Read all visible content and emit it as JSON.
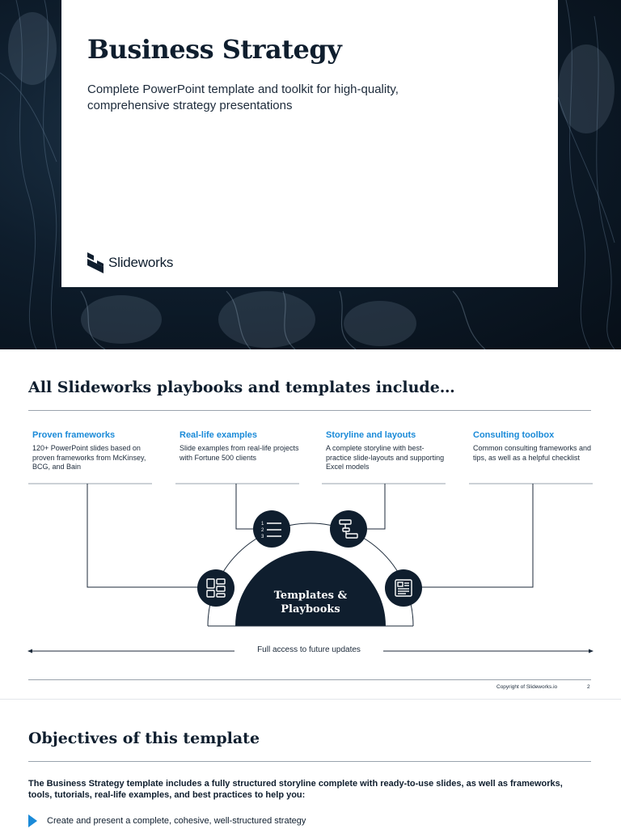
{
  "cover": {
    "title": "Business Strategy",
    "subtitle": "Complete PowerPoint template and toolkit for high-quality, comprehensive strategy presentations",
    "brand": "Slideworks"
  },
  "slide2": {
    "title": "All Slideworks playbooks and templates include…",
    "features": [
      {
        "title": "Proven frameworks",
        "desc": "120+ PowerPoint slides based on proven frameworks from McKinsey, BCG, and Bain"
      },
      {
        "title": "Real-life examples",
        "desc": "Slide examples from real-life projects with Fortune 500 clients"
      },
      {
        "title": "Storyline and layouts",
        "desc": "A complete storyline with best-practice slide-layouts and supporting Excel models"
      },
      {
        "title": "Consulting toolbox",
        "desc": "Common consulting frameworks and tips, as well as a helpful checklist"
      }
    ],
    "center_label_line1": "Templates &",
    "center_label_line2": "Playbooks",
    "icons": [
      "layout-grid-icon",
      "numbered-list-icon",
      "flowchart-icon",
      "document-icon"
    ],
    "updates_label": "Full access to future updates",
    "copyright": "Copyright of Slideworks.io",
    "page_number": "2"
  },
  "slide3": {
    "title": "Objectives of this template",
    "intro": "The Business Strategy template includes a fully structured storyline complete with ready-to-use slides, as well as frameworks, tools, tutorials, real-life examples, and best practices to help you:",
    "bullets": [
      "Create and present a complete, cohesive, well-structured strategy"
    ]
  },
  "colors": {
    "navy": "#0f1e2e",
    "accent_blue": "#1a8ad8",
    "rule_gray": "#9aa3ad"
  }
}
